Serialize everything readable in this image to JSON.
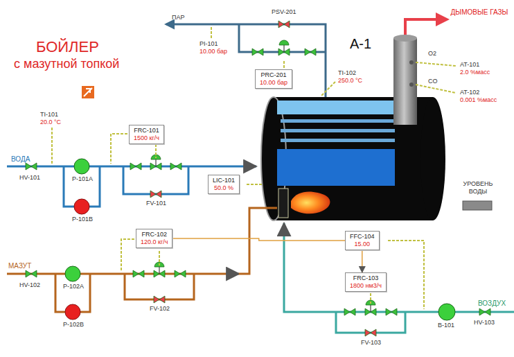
{
  "diagram": {
    "title": "БОЙЛЕР",
    "nodes": [
      {
        "text": [
          "PRC-201",
          "10.00 бар"
        ]
      },
      {
        "text": [
          "FRC-101",
          "1500 кг/ч"
        ]
      },
      {
        "text": [
          "LIC-101",
          "50.0 %"
        ]
      },
      {
        "text": [
          "FRC-102",
          "120.0 кг/ч"
        ]
      },
      {
        "text": [
          "FFC-104",
          "15.00"
        ]
      },
      {
        "text": [
          "FRC-103",
          "1800 нм3/ч"
        ]
      }
    ],
    "edges": [
      {
        "from": 3,
        "to": 4,
        "arrow": "none"
      },
      {
        "from": 4,
        "to": 5,
        "arrow": "to"
      }
    ],
    "labels": [
      "с мазутной топкой",
      "ПАР",
      "ДЫМОВЫЕ ГАЗЫ",
      "А-1",
      "O2",
      "CO",
      "AT-101",
      "2.0 %масс",
      "AT-102",
      "0.001 %масс",
      "PI-101",
      "10.00 бар",
      "TI-102",
      "250.0 °C",
      "TI-101",
      "20.0 °C",
      "ВОДА",
      "МАЗУТ",
      "ВОЗДУХ",
      "УРОВЕНЬ ВОДЫ",
      "P-101A",
      "P-101B",
      "P-102A",
      "P-102B",
      "B-101",
      "HV-101",
      "FV-101",
      "HV-102",
      "FV-102",
      "HV-103",
      "FV-103",
      "PSV-201"
    ]
  }
}
